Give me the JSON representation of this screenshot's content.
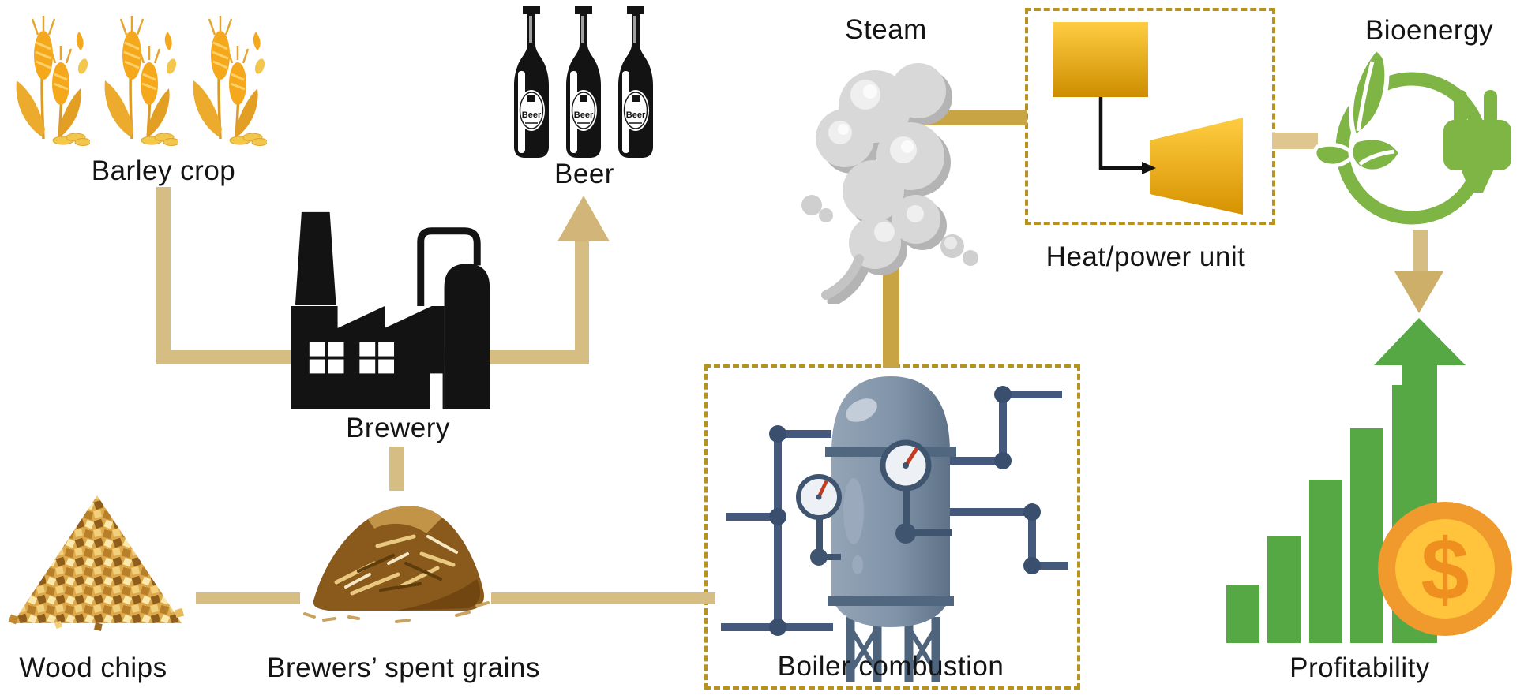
{
  "nodes": {
    "barley": {
      "label": "Barley crop"
    },
    "beer": {
      "label": "Beer",
      "bottle_label": "Beer"
    },
    "brewery": {
      "label": "Brewery"
    },
    "wood_chips": {
      "label": "Wood chips"
    },
    "spent_grains": {
      "label": "Brewers’ spent grains"
    },
    "boiler": {
      "label": "Boiler combustion"
    },
    "steam": {
      "label": "Steam"
    },
    "heat_power": {
      "label": "Heat/power unit"
    },
    "bioenergy": {
      "label": "Bioenergy"
    },
    "profitability": {
      "label": "Profitability",
      "coin_symbol": "$"
    }
  },
  "colors": {
    "connector_tan": "#D6BD84",
    "connector_gold": "#C9A444",
    "arrowhead_tan": "#CDAF6A",
    "dashed_border": "#B8921F",
    "profit_green": "#55A843",
    "bio_green": "#7FB545",
    "coin_outer": "#F0992D",
    "coin_inner": "#FFC43C",
    "wheat_gold": "#F6A81C",
    "steam_grey": "#D8D8D8",
    "boiler_blue": "#8093A8",
    "ink": "#141414"
  }
}
